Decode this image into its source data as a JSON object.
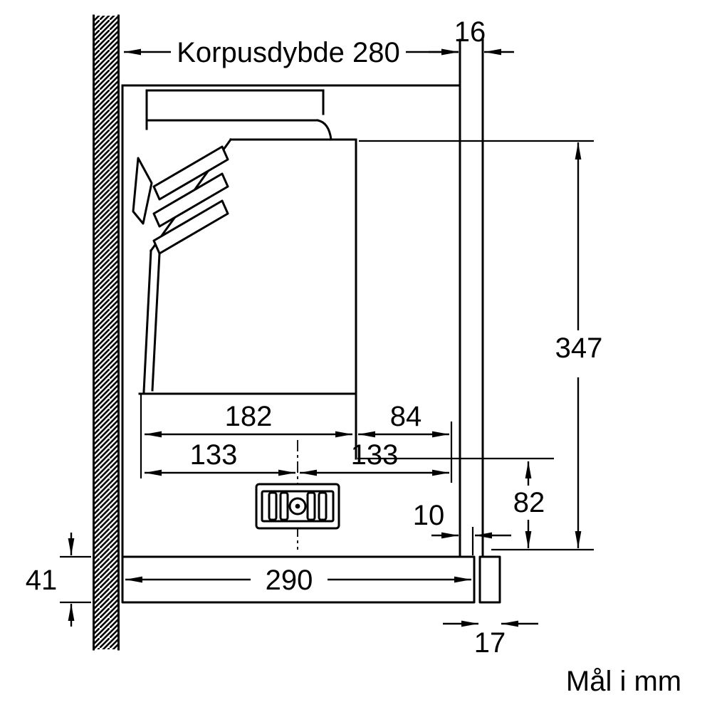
{
  "diagram": {
    "type": "appliance-installation-dimension-drawing",
    "unit_note": "Mål i mm",
    "labels": {
      "korpusdybde": "Korpusdybde 280",
      "top_panel_16": "16",
      "height_347": "347",
      "width_182": "182",
      "width_84": "84",
      "center_left_133": "133",
      "center_right_133": "133",
      "gap_10": "10",
      "height_82": "82",
      "height_41": "41",
      "width_290": "290",
      "bottom_panel_17": "17"
    }
  }
}
